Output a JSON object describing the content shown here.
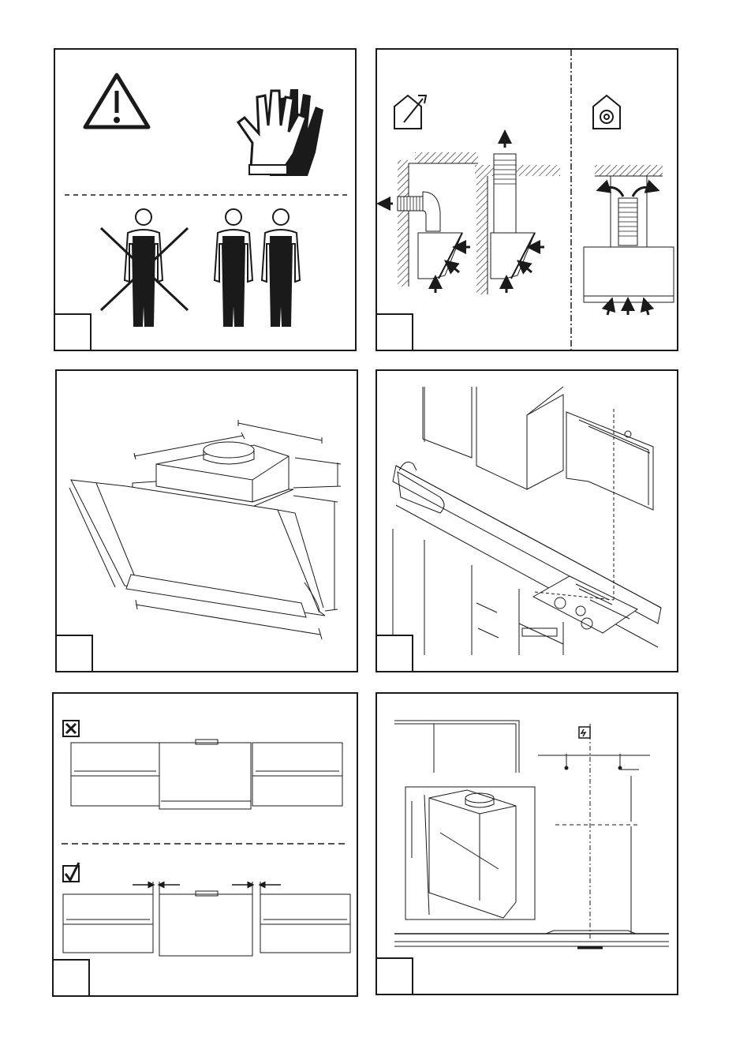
{
  "panels": [
    {
      "id": "safety",
      "number_box": "",
      "icons": [
        "warning-triangle-icon",
        "protective-gloves-icon",
        "single-person-crossed-icon",
        "two-persons-icon"
      ]
    },
    {
      "id": "venting-modes",
      "number_box": "",
      "icons": [
        "house-exhaust-icon",
        "house-recirculation-icon"
      ]
    },
    {
      "id": "hood-dimensions",
      "number_box": "",
      "icons": []
    },
    {
      "id": "kitchen-placement",
      "number_box": "",
      "icons": []
    },
    {
      "id": "cabinet-clearance",
      "number_box": "",
      "icons": [
        "incorrect-check-icon",
        "correct-check-icon"
      ]
    },
    {
      "id": "mounting-height",
      "number_box": "",
      "icons": [
        "electric-connection-icon"
      ]
    }
  ],
  "colors": {
    "line": "#1a1a1a",
    "fill_dark": "#1a1a1a",
    "background": "#ffffff"
  }
}
